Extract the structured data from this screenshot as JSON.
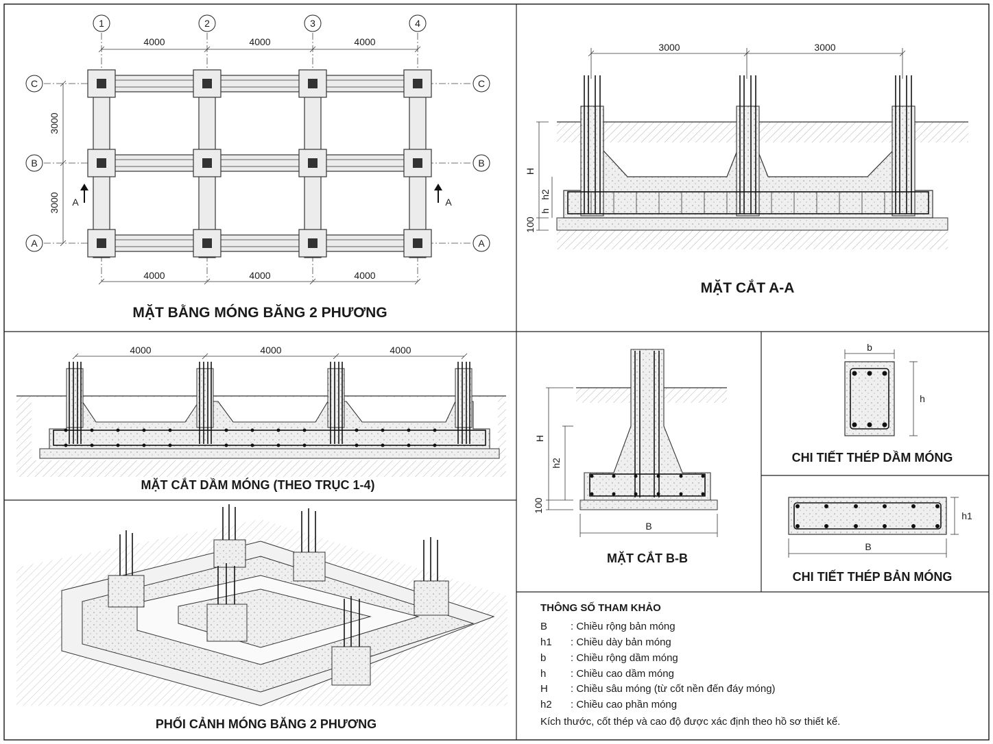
{
  "panels": {
    "plan": {
      "title": "MẶT BẰNG MÓNG BĂNG 2 PHƯƠNG",
      "col_axes": [
        "1",
        "2",
        "3",
        "4"
      ],
      "row_axes": [
        "C",
        "B",
        "A"
      ],
      "top_dims": [
        "4000",
        "4000",
        "4000"
      ],
      "bottom_dims": [
        "4000",
        "4000",
        "4000"
      ],
      "side_dims": [
        "3000",
        "3000"
      ],
      "section_mark": "A"
    },
    "section_aa": {
      "title": "MẶT CẮT A-A",
      "dims": [
        "3000",
        "3000"
      ],
      "labels": {
        "H": "H",
        "h2": "h2",
        "h": "h",
        "base": "100"
      }
    },
    "beam_section": {
      "title": "MẶT CẮT DẦM MÓNG (THEO TRỤC 1-4)",
      "dims": [
        "4000",
        "4000",
        "4000"
      ]
    },
    "perspective": {
      "title": "PHỐI CẢNH MÓNG BĂNG 2 PHƯƠNG"
    },
    "section_bb": {
      "title": "MẶT CẮT B-B",
      "labels": {
        "H": "H",
        "h2": "h2",
        "base": "100",
        "B": "B"
      }
    },
    "beam_detail": {
      "title": "CHI TIẾT THÉP DẦM MÓNG",
      "labels": {
        "b": "b",
        "h": "h"
      }
    },
    "slab_detail": {
      "title": "CHI TIẾT THÉP BẢN MÓNG",
      "labels": {
        "h1": "h1",
        "B": "B"
      }
    },
    "notes": {
      "heading": "THÔNG SỐ THAM KHẢO",
      "items": [
        {
          "sym": "B",
          "desc": ": Chiều rộng bản móng"
        },
        {
          "sym": "h1",
          "desc": ": Chiều dày bản móng"
        },
        {
          "sym": "b",
          "desc": ": Chiều rộng dầm móng"
        },
        {
          "sym": "h",
          "desc": ": Chiều cao dầm móng"
        },
        {
          "sym": "H",
          "desc": ": Chiều sâu móng (từ cốt nền đến đáy móng)"
        },
        {
          "sym": "h2",
          "desc": ": Chiều cao phần móng"
        }
      ],
      "footer": "Kích thước, cốt thép và cao độ được xác định theo hồ sơ thiết kế."
    }
  }
}
